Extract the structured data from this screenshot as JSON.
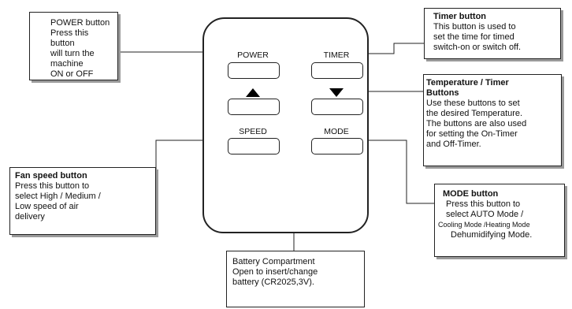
{
  "remote": {
    "power_label": "POWER",
    "timer_label": "TIMER",
    "speed_label": "SPEED",
    "mode_label": "MODE",
    "up_arrow_icon": "triangle-up-icon",
    "down_arrow_icon": "triangle-down-icon"
  },
  "callouts": {
    "power": {
      "title": "POWER  button",
      "body": "Press this button\nwill turn the machine\nON or OFF"
    },
    "timer": {
      "title": "Timer button",
      "body": "This button is used to\nset the time for timed\nswitch-on or switch off."
    },
    "temperature": {
      "title": "Temperature / Timer\nButtons",
      "body": "Use these buttons to set\n the desired Temperature.\nThe buttons are also used\nfor setting the On-Timer\nand Off-Timer."
    },
    "fan": {
      "title": "Fan speed button",
      "body": "Press this button to\n select High / Medium /\nLow speed of air\n delivery"
    },
    "mode": {
      "title": "MODE button",
      "body_line1": "Press this button to\nselect AUTO Mode /",
      "body_line2": "Cooling Mode /Heating Mode",
      "body_line3": "Dehumidifying Mode."
    },
    "battery": {
      "body": "Battery Compartment\nOpen to insert/change\nbattery (CR2025,3V)."
    }
  }
}
